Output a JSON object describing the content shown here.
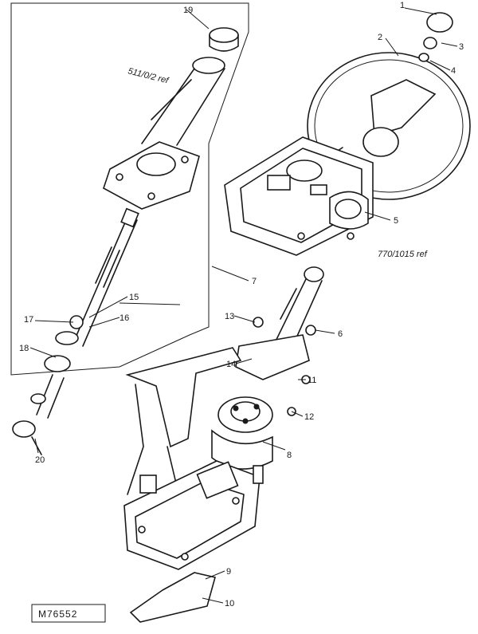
{
  "callouts": {
    "c1": "1",
    "c2": "2",
    "c3": "3",
    "c4": "4",
    "c5": "5",
    "c6": "6",
    "c7": "7",
    "c8": "8",
    "c9": "9",
    "c10": "10",
    "c11": "11",
    "c12": "12",
    "c13": "13",
    "c14": "14",
    "c15": "15",
    "c16": "16",
    "c17": "17",
    "c18": "18",
    "c19": "19",
    "c20": "20"
  },
  "references": {
    "ref_top": "511/0/2 ref",
    "ref_mid": "770/1015 ref"
  },
  "figure_id": "M76552"
}
